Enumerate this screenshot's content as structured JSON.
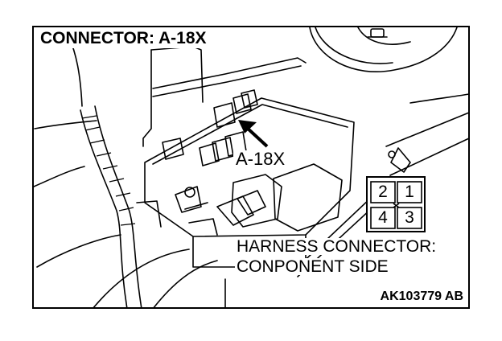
{
  "diagram": {
    "title": "CONNECTOR: A-18X",
    "callout_label": "A-18X",
    "harness_line1": "HARNESS CONNECTOR:",
    "harness_line2": "CONPONENT SIDE",
    "code": "AK103779 AB",
    "pins": {
      "top_left": "2",
      "top_right": "1",
      "bottom_left": "4",
      "bottom_right": "3"
    }
  }
}
